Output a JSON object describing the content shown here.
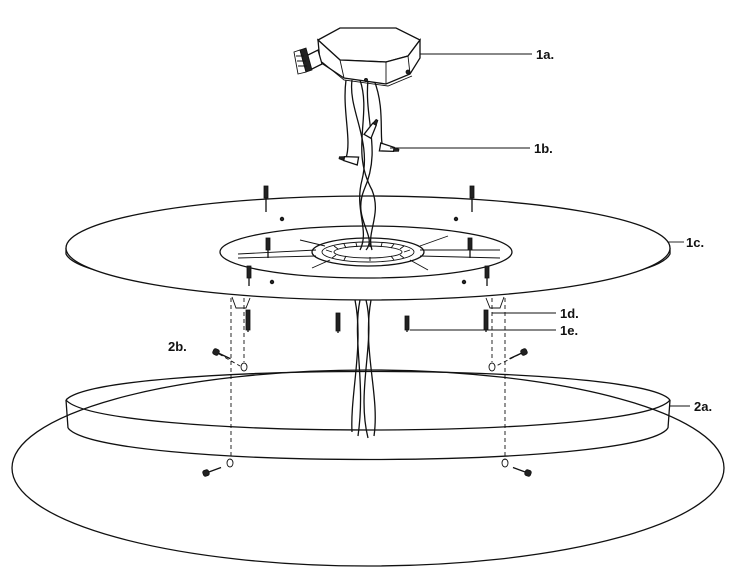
{
  "labels": {
    "junction_box": "1a.",
    "wire_nuts": "1b.",
    "mounting_plate": "1c.",
    "long_screws": "1d.",
    "short_screws": "1e.",
    "shade_ring": "2a.",
    "side_screws": "2b."
  },
  "colors": {
    "line": "#111111",
    "background": "#ffffff"
  }
}
